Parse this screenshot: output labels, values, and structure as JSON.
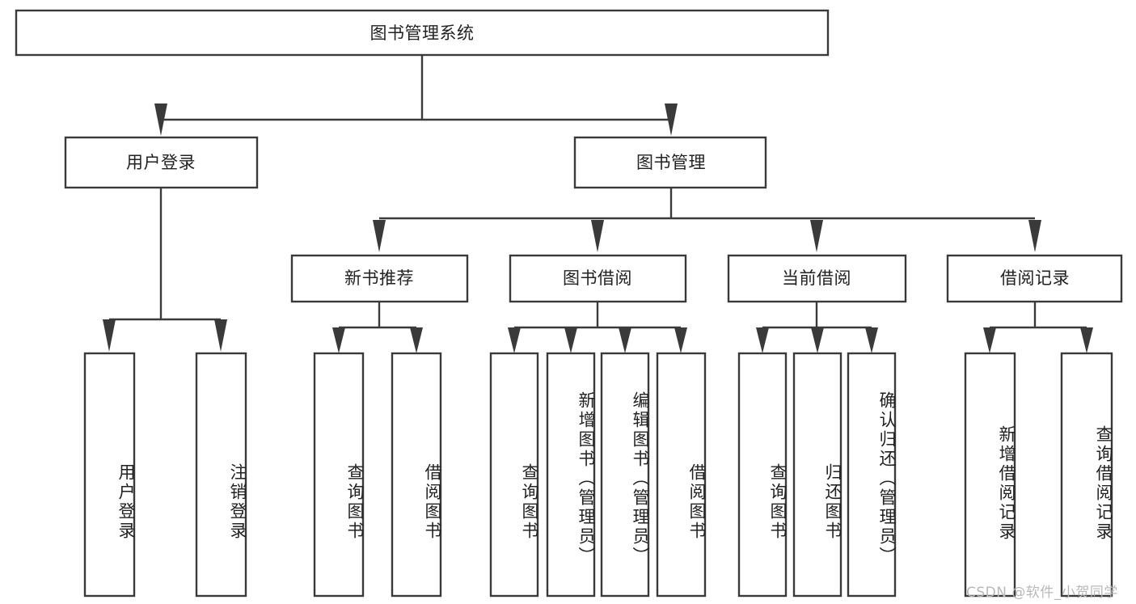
{
  "diagram": {
    "type": "tree-hierarchy-chart",
    "title": "图书管理系统",
    "orientation": "top-down",
    "colors": {
      "box_fill": "#ffffff",
      "box_stroke": "#3a3a3a",
      "text": "#222222",
      "background": "#ffffff",
      "watermark": "#b9b9b9"
    },
    "levels": [
      {
        "level": 1,
        "nodes": [
          {
            "id": "root",
            "label": "图书管理系统",
            "orientation": "horizontal"
          }
        ]
      },
      {
        "level": 2,
        "nodes": [
          {
            "id": "login",
            "label": "用户登录",
            "parent": "root",
            "orientation": "horizontal"
          },
          {
            "id": "bookmgmt",
            "label": "图书管理",
            "parent": "root",
            "orientation": "horizontal"
          }
        ]
      },
      {
        "level": 3,
        "nodes": [
          {
            "id": "newbook",
            "label": "新书推荐",
            "parent": "bookmgmt",
            "orientation": "horizontal"
          },
          {
            "id": "borrow",
            "label": "图书借阅",
            "parent": "bookmgmt",
            "orientation": "horizontal"
          },
          {
            "id": "current",
            "label": "当前借阅",
            "parent": "bookmgmt",
            "orientation": "horizontal"
          },
          {
            "id": "records",
            "label": "借阅记录",
            "parent": "bookmgmt",
            "orientation": "horizontal"
          }
        ]
      },
      {
        "level": 4,
        "nodes": [
          {
            "id": "leaf1",
            "label": "用户登录",
            "parent": "login",
            "orientation": "vertical"
          },
          {
            "id": "leaf2",
            "label": "注销登录",
            "parent": "login",
            "orientation": "vertical"
          },
          {
            "id": "leaf3",
            "label": "查询图书",
            "parent": "newbook",
            "orientation": "vertical"
          },
          {
            "id": "leaf4",
            "label": "借阅图书",
            "parent": "newbook",
            "orientation": "vertical"
          },
          {
            "id": "leaf5",
            "label": "查询图书",
            "parent": "borrow",
            "orientation": "vertical"
          },
          {
            "id": "leaf6",
            "label": "新增图书（管理员）",
            "parent": "borrow",
            "orientation": "vertical"
          },
          {
            "id": "leaf7",
            "label": "编辑图书（管理员）",
            "parent": "borrow",
            "orientation": "vertical"
          },
          {
            "id": "leaf8",
            "label": "借阅图书",
            "parent": "borrow",
            "orientation": "vertical"
          },
          {
            "id": "leaf9",
            "label": "查询图书",
            "parent": "current",
            "orientation": "vertical"
          },
          {
            "id": "leaf10",
            "label": "归还图书",
            "parent": "current",
            "orientation": "vertical"
          },
          {
            "id": "leaf11",
            "label": "确认归还（管理员）",
            "parent": "current",
            "orientation": "vertical"
          },
          {
            "id": "leaf12",
            "label": "新增借阅记录",
            "parent": "records",
            "orientation": "vertical"
          },
          {
            "id": "leaf13",
            "label": "查询借阅记录",
            "parent": "records",
            "orientation": "vertical"
          }
        ]
      }
    ]
  },
  "watermark": {
    "text": "CSDN @软件_小贺同学"
  }
}
